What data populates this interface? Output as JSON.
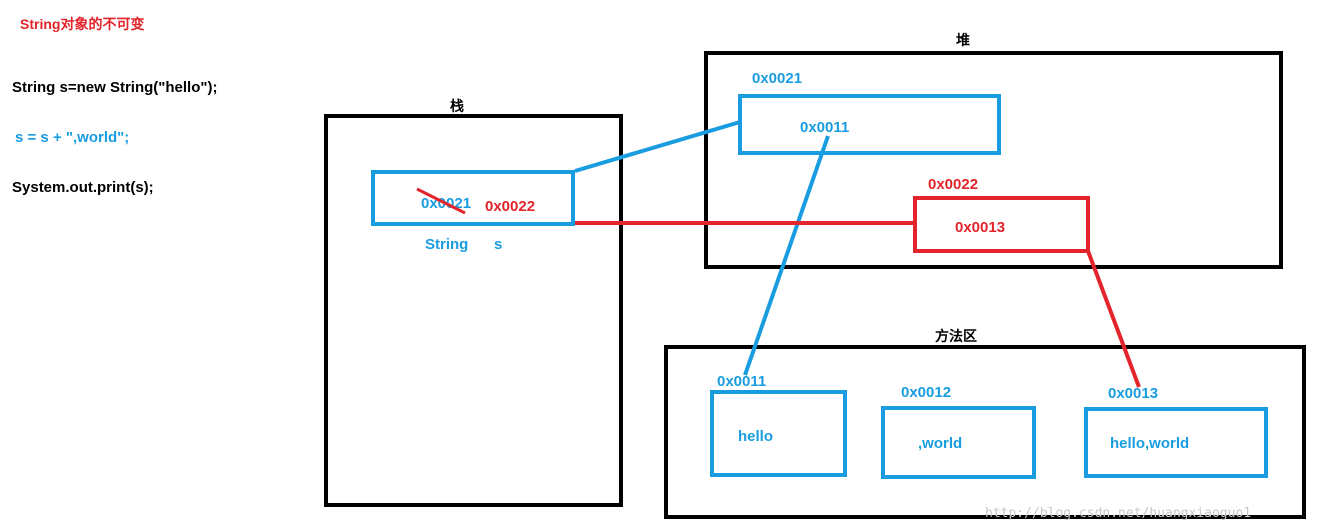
{
  "title": "String对象的不可变",
  "code": {
    "line1": "String  s=new String(\"hello\");",
    "line2": "s = s + \",world\";",
    "line3": "System.out.print(s);"
  },
  "stack": {
    "label": "栈",
    "old_ref": "0x0021",
    "new_ref": "0x0022",
    "var_type": "String",
    "var_name": "s"
  },
  "heap": {
    "label": "堆",
    "obj1": {
      "address": "0x0021",
      "value": "0x0011"
    },
    "obj2": {
      "address": "0x0022",
      "value": "0x0013"
    }
  },
  "method_area": {
    "label": "方法区",
    "constants": [
      {
        "address": "0x0011",
        "value": "hello"
      },
      {
        "address": "0x0012",
        "value": ",world"
      },
      {
        "address": "0x0013",
        "value": "hello,world"
      }
    ]
  },
  "watermark": "http://blog.csdn.net/huangxiaoguo1",
  "colors": {
    "blue": "#1a9de0",
    "red": "#e3242b",
    "black": "#000000"
  }
}
